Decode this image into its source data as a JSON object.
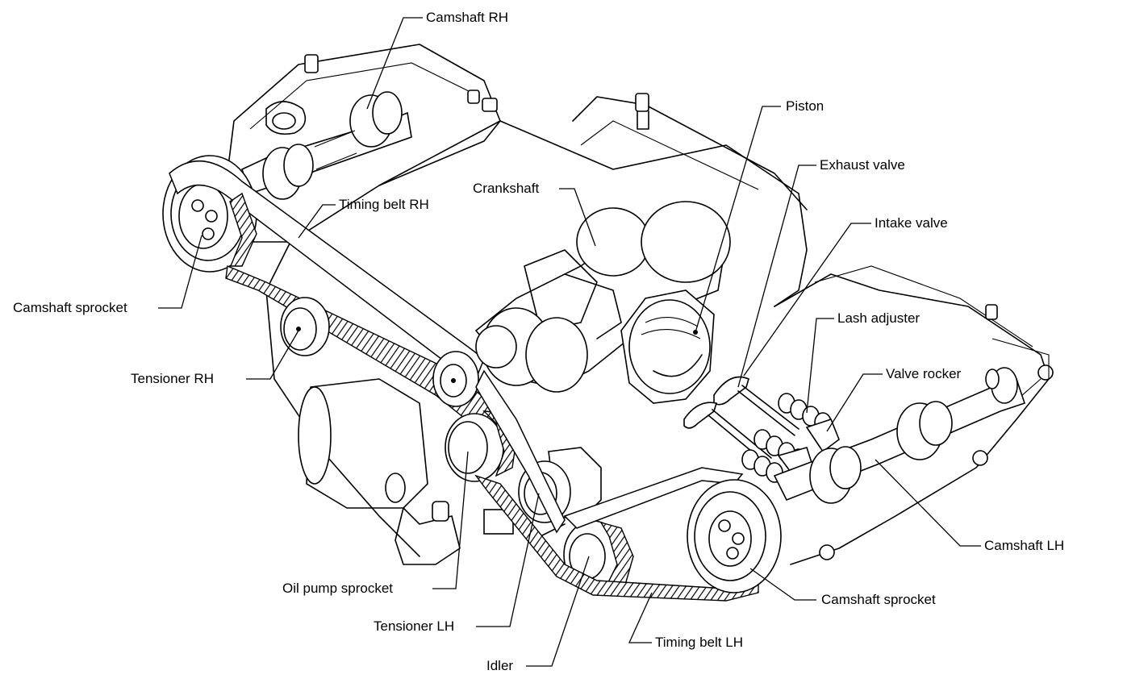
{
  "labels": {
    "camshaft_rh": "Camshaft RH",
    "piston": "Piston",
    "exhaust_valve": "Exhaust valve",
    "crankshaft": "Crankshaft",
    "timing_belt_rh": "Timing belt RH",
    "intake_valve": "Intake valve",
    "camshaft_sprocket_rh": "Camshaft sprocket",
    "lash_adjuster": "Lash adjuster",
    "tensioner_rh": "Tensioner RH",
    "valve_rocker": "Valve rocker",
    "camshaft_lh": "Camshaft LH",
    "oil_pump_sprocket": "Oil pump sprocket",
    "camshaft_sprocket_lh": "Camshaft sprocket",
    "tensioner_lh": "Tensioner LH",
    "timing_belt_lh": "Timing belt LH",
    "idler": "Idler"
  }
}
